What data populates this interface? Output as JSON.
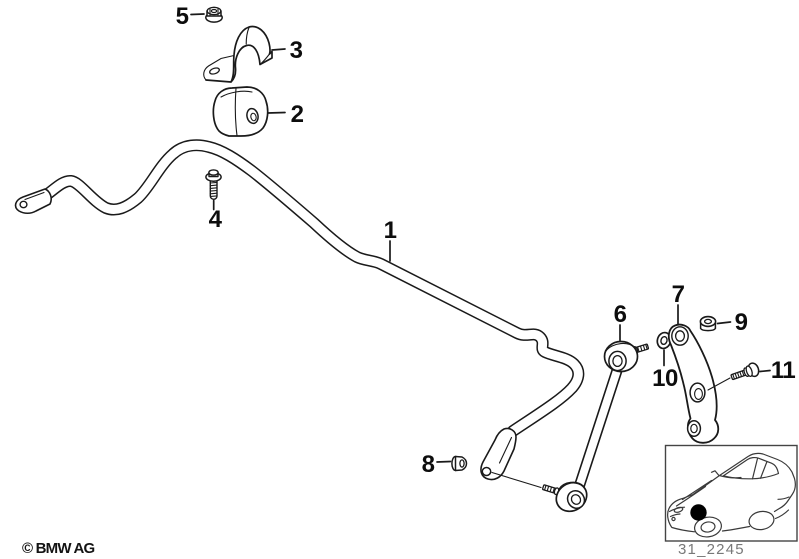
{
  "callouts": {
    "c1": "1",
    "c2": "2",
    "c3": "3",
    "c4": "4",
    "c5": "5",
    "c6": "6",
    "c7": "7",
    "c8": "8",
    "c9": "9",
    "c10": "10",
    "c11": "11"
  },
  "footer": {
    "copyright": "© BMW AG"
  },
  "thumbnail": {
    "code": "31_2245"
  },
  "colors": {
    "line": "#1a1a1a",
    "label": "#0d0d0d",
    "code_text": "#787878",
    "background": "#ffffff",
    "location_dot": "#000000"
  }
}
